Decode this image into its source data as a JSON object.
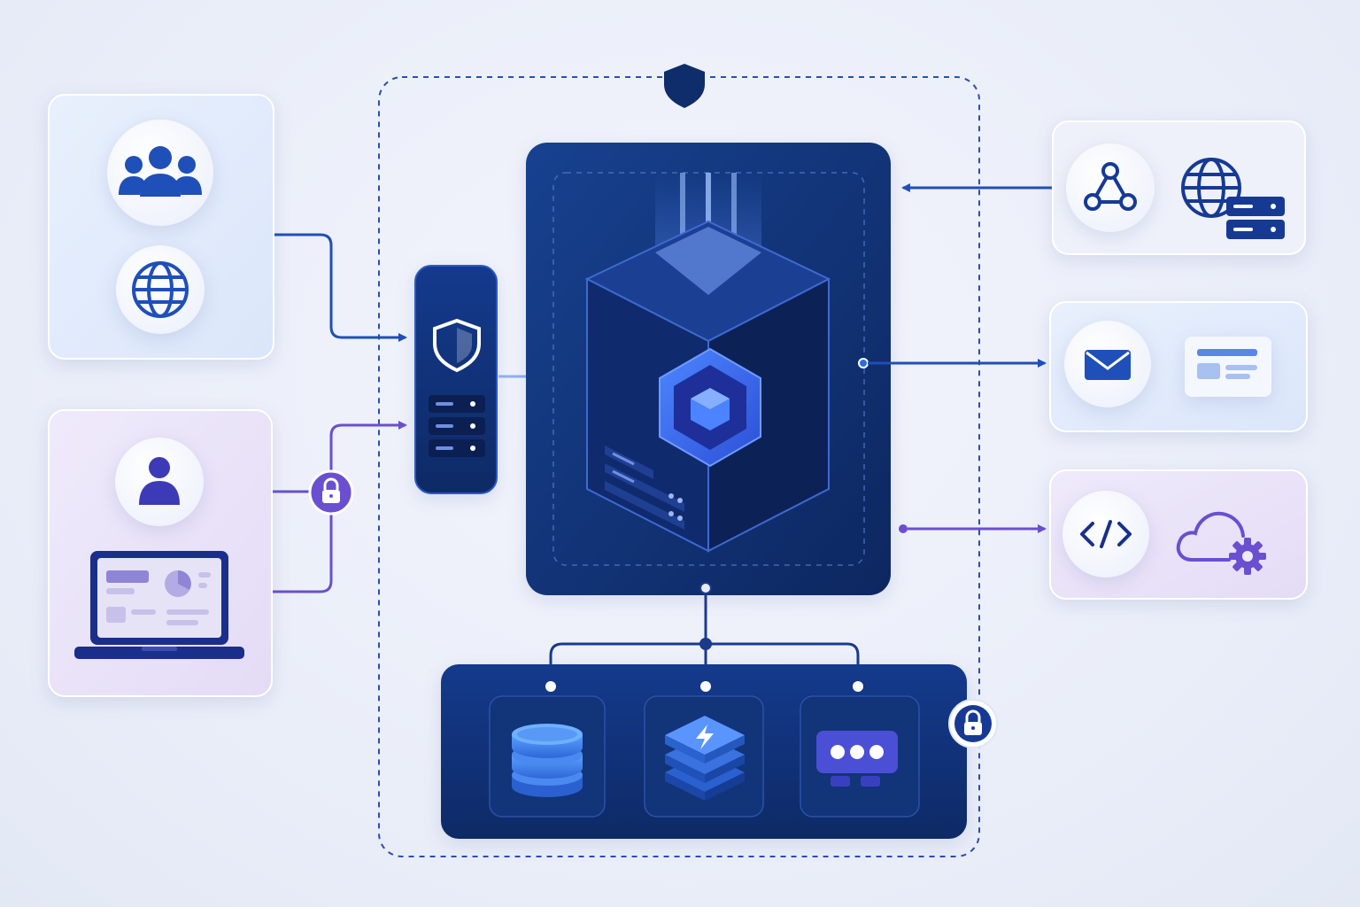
{
  "diagram": {
    "nodes": [
      {
        "id": "group-users",
        "icon": "group-users-icon"
      },
      {
        "id": "internet",
        "icon": "globe-icon"
      },
      {
        "id": "single-user",
        "icon": "user-icon"
      },
      {
        "id": "dashboard-laptop",
        "icon": "laptop-dashboard-icon"
      },
      {
        "id": "gateway",
        "icon": "shield-server-icon"
      },
      {
        "id": "core-platform",
        "icon": "hexagon-cube-icon"
      },
      {
        "id": "webhook-service",
        "icon": "webhook-icon"
      },
      {
        "id": "web-server",
        "icon": "globe-server-icon"
      },
      {
        "id": "email-service",
        "icon": "mail-icon"
      },
      {
        "id": "notification-card",
        "icon": "card-icon"
      },
      {
        "id": "api-code",
        "icon": "code-icon"
      },
      {
        "id": "cloud-config",
        "icon": "cloud-gear-icon"
      },
      {
        "id": "database",
        "icon": "database-icon"
      },
      {
        "id": "cache",
        "icon": "layers-bolt-icon"
      },
      {
        "id": "message-queue",
        "icon": "message-queue-icon"
      }
    ],
    "edges": [
      {
        "from": "group-users",
        "to": "gateway"
      },
      {
        "from": "single-user",
        "to": "gateway",
        "secured": true
      },
      {
        "from": "gateway",
        "to": "core-platform"
      },
      {
        "from": "webhook-service",
        "to": "core-platform"
      },
      {
        "from": "core-platform",
        "to": "email-service"
      },
      {
        "from": "core-platform",
        "to": "api-code",
        "bidirectional": true
      },
      {
        "from": "core-platform",
        "to": "database"
      },
      {
        "from": "core-platform",
        "to": "cache"
      },
      {
        "from": "core-platform",
        "to": "message-queue"
      }
    ],
    "colors": {
      "navy": "#0f2d6b",
      "blue": "#1f4fb8",
      "accent": "#3d6bf0",
      "purple": "#6a4fd0",
      "card_blue": "#e2ecfb",
      "card_purple": "#ece6f8"
    }
  }
}
